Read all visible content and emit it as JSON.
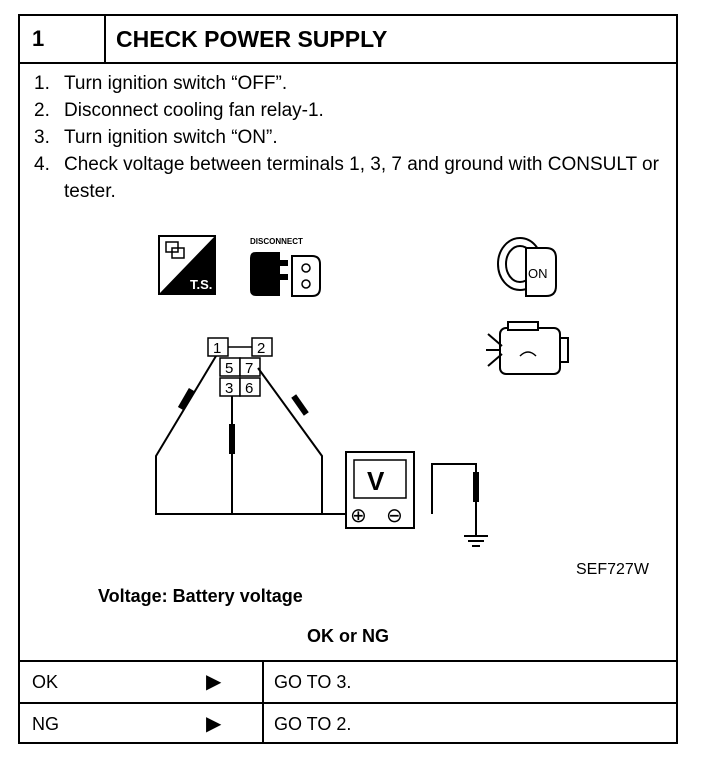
{
  "header": {
    "step_number": "1",
    "title": "CHECK POWER SUPPLY"
  },
  "steps": [
    {
      "num": "1.",
      "text": "Turn ignition switch “OFF”."
    },
    {
      "num": "2.",
      "text": "Disconnect cooling fan relay-1."
    },
    {
      "num": "3.",
      "text": "Turn ignition switch “ON”."
    },
    {
      "num": "4.",
      "text": "Check voltage between terminals 1, 3, 7 and ground with CONSULT or tester."
    }
  ],
  "icons": {
    "ts_label": "T.S.",
    "disconnect_label": "DISCONNECT",
    "ignition_label": "ON"
  },
  "connector": {
    "terminals": [
      "1",
      "2",
      "5",
      "7",
      "3",
      "6"
    ]
  },
  "meter": {
    "label": "V",
    "plus": "⊕",
    "minus": "⊖"
  },
  "figure_id": "SEF727W",
  "spec": "Voltage: Battery voltage",
  "decision": {
    "prompt": "OK or NG",
    "rows": [
      {
        "result": "OK",
        "arrow": "▶",
        "action": "GO TO 3."
      },
      {
        "result": "NG",
        "arrow": "▶",
        "action": "GO TO 2."
      }
    ]
  }
}
